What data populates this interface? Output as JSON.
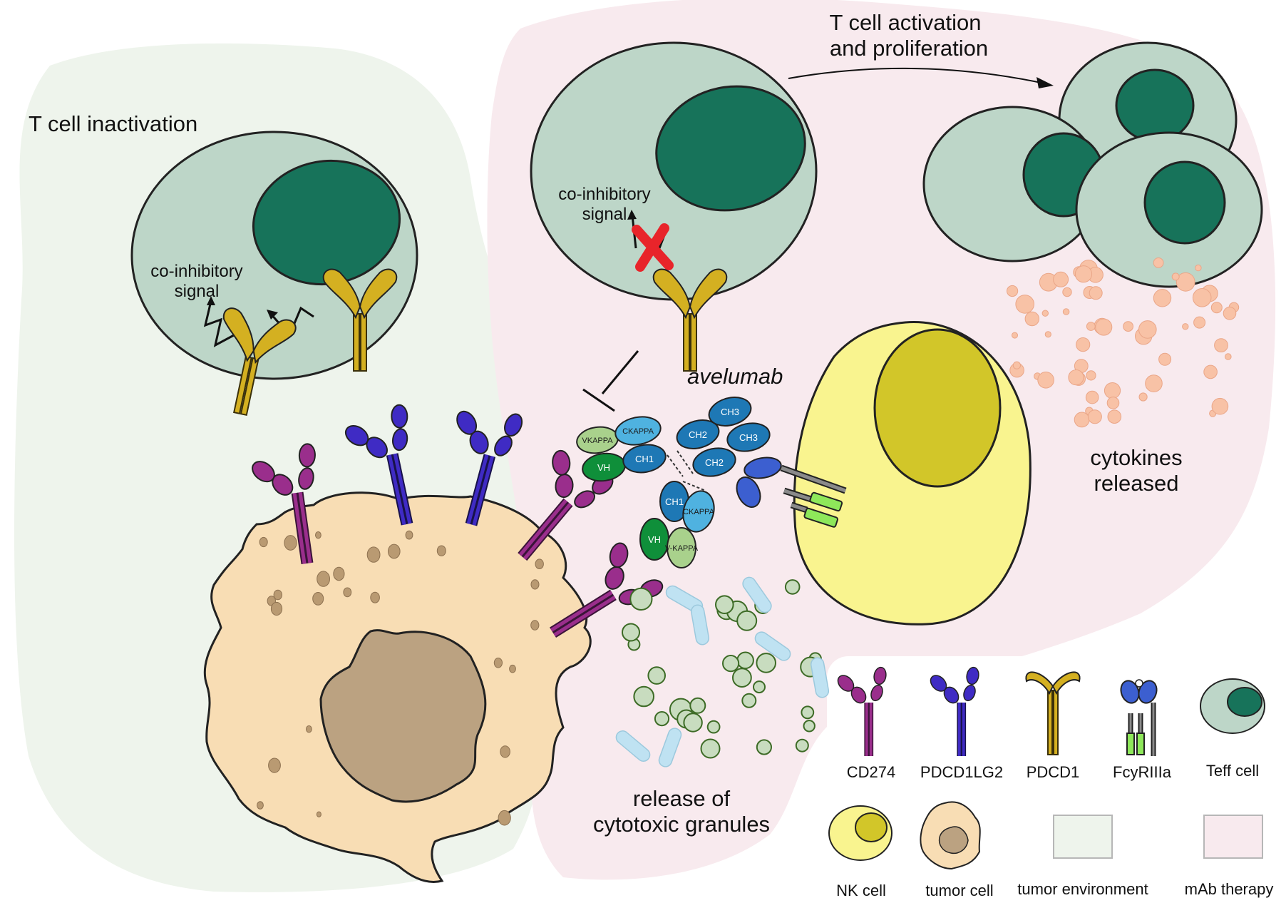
{
  "labels": {
    "t_cell_inactivation": "T cell inactivation",
    "t_cell_activation_line1": "T cell activation",
    "t_cell_activation_line2": "and proliferation",
    "coinhibitory_left_line1": "co-inhibitory",
    "coinhibitory_left_line2": "signal",
    "coinhibitory_right_line1": "co-inhibitory",
    "coinhibitory_right_line2": "signal",
    "avelumab": "avelumab",
    "cytokines_line1": "cytokines",
    "cytokines_line2": "released",
    "granules_line1": "release of",
    "granules_line2": "cytotoxic granules"
  },
  "antibody_domains": {
    "vkappa_top": "VKAPPA",
    "ckappa_top": "CKAPPA",
    "vh_top": "VH",
    "ch1_top": "CH1",
    "ch2_top": "CH2",
    "ch3_top": "CH3",
    "ch2_bottom": "CH2",
    "ch3_bottom": "CH3",
    "ch1_bottom": "CH1",
    "ckappa_bottom": "CKAPPA",
    "vh_bottom": "VH",
    "vkappa_bottom": "V-KAPPA"
  },
  "legend": {
    "items": [
      {
        "label": "CD274",
        "icon": "cd274-icon"
      },
      {
        "label": "PDCD1LG2",
        "icon": "pdcd1lg2-icon"
      },
      {
        "label": "PDCD1",
        "icon": "pdcd1-icon"
      },
      {
        "label": "FcyRIIIa",
        "icon": "fcgr3a-icon"
      },
      {
        "label": "Teff cell",
        "icon": "teff-cell-icon"
      },
      {
        "label": "NK cell",
        "icon": "nk-cell-icon"
      },
      {
        "label": "tumor cell",
        "icon": "tumor-cell-icon"
      },
      {
        "label": "tumor environment",
        "icon": "tumor-environment-swatch"
      },
      {
        "label": "mAb therapy",
        "icon": "mab-therapy-swatch"
      }
    ]
  },
  "colors": {
    "tumor_environment": "#eef4ec",
    "mab_therapy": "#f8eaee",
    "t_cell_body": "#bdd6c8",
    "t_cell_nucleus": "#17735a",
    "nk_cell_body": "#f9f48f",
    "nk_cell_nucleus": "#d2c629",
    "tumor_cell_body": "#f8ddb4",
    "tumor_cell_nucleus": "#bba281",
    "cd274": "#9a2e8c",
    "pdcd1lg2": "#3f2bc4",
    "pdcd1": "#d4b021",
    "fcgr3a_head": "#3c5fd0",
    "fcgr3a_stem": "#8ee85a",
    "cytokine": "#f8c2a6",
    "granule_round": "#c8dcbf",
    "granule_rod": "#bfe2f2"
  }
}
